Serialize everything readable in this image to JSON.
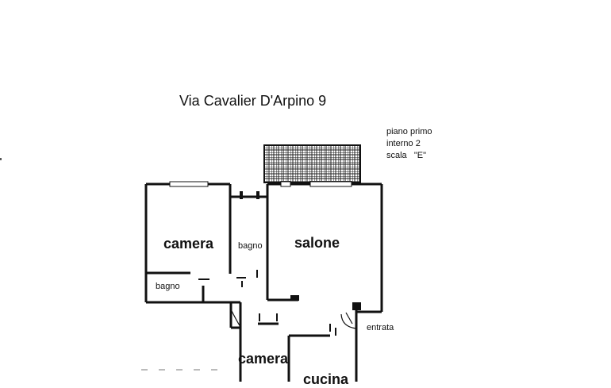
{
  "address": "Via Cavalier D'Arpino   9",
  "info": {
    "floor": "piano primo",
    "unit": "interno 2",
    "stair": "scala   \"E\""
  },
  "rooms": {
    "camera_top": "camera",
    "bagno_upper": "bagno",
    "salone": "salone",
    "bagno_lower": "bagno",
    "camera_bottom": "camera",
    "cucina": "cucina",
    "entrata": "entrata"
  }
}
